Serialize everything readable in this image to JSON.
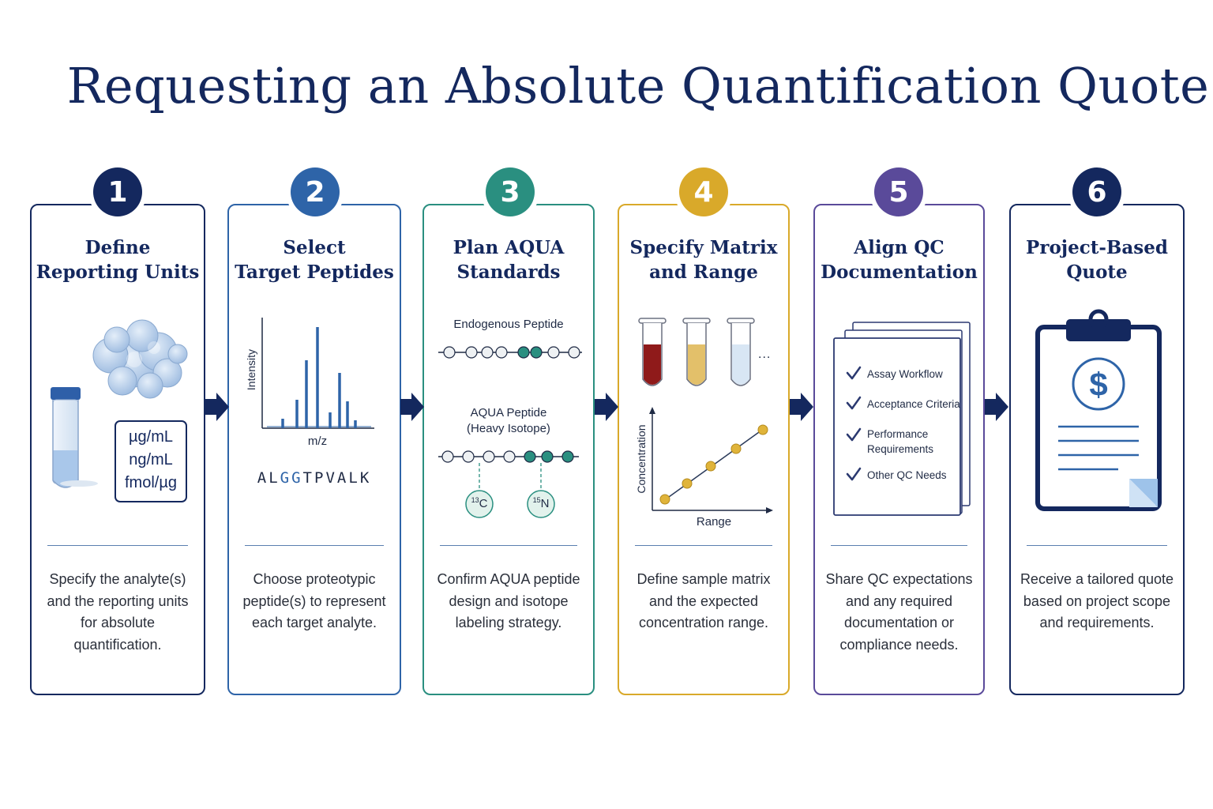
{
  "title": "Requesting an Absolute Quantification Quote",
  "colors": {
    "navy": "#14285e",
    "step1": "#14285e",
    "step2": "#2e64a8",
    "step3": "#2a8f80",
    "step4": "#d9a92a",
    "step5": "#5a4a9a",
    "step6": "#14285e"
  },
  "steps": [
    {
      "number": "1",
      "title": "Define\nReporting Units",
      "description": "Specify the analyte(s) and the reporting units for absolute quantification.",
      "units": [
        "µg/mL",
        "ng/mL",
        "fmol/µg"
      ],
      "icons": [
        "protein-structure-icon",
        "sample-tube-icon"
      ]
    },
    {
      "number": "2",
      "title": "Select\nTarget Peptides",
      "description": "Choose proteotypic peptide(s) to represent each target analyte.",
      "y_axis_label": "Intensity",
      "x_axis_label": "m/z",
      "sequence": [
        "A",
        "L",
        "G",
        "G",
        "T",
        "P",
        "V",
        "A",
        "L",
        "K"
      ],
      "highlighted_indices": [
        2,
        3
      ],
      "icons": [
        "mass-spectrum-icon"
      ]
    },
    {
      "number": "3",
      "title": "Plan AQUA\nStandards",
      "description": "Confirm AQUA peptide design and isotope labeling strategy.",
      "endogenous_label": "Endogenous Peptide",
      "aqua_label": "AQUA Peptide",
      "aqua_sublabel": "(Heavy Isotope)",
      "isotope_c": {
        "mass": "13",
        "element": "C"
      },
      "isotope_n": {
        "mass": "15",
        "element": "N"
      },
      "icons": [
        "peptide-chain-icon",
        "isotope-icon"
      ]
    },
    {
      "number": "4",
      "title": "Specify Matrix\nand Range",
      "description": "Define sample matrix and the expected concentration range.",
      "ellipsis": "...",
      "y_axis_label": "Concentration",
      "x_axis_label": "Range",
      "icons": [
        "blood-tube-icon",
        "plasma-tube-icon",
        "clear-tube-icon",
        "calibration-curve-icon"
      ]
    },
    {
      "number": "5",
      "title": "Align QC\nDocumentation",
      "description": "Share QC expectations and any required documentation or compliance needs.",
      "checklist": [
        "Assay Workflow",
        "Acceptance Criteria",
        "Performance\nRequirements",
        "Other QC Needs"
      ],
      "icons": [
        "document-stack-icon",
        "checkmark-icon"
      ]
    },
    {
      "number": "6",
      "title": "Project-Based\nQuote",
      "description": "Receive a tailored quote based on project scope and requirements.",
      "currency_symbol": "$",
      "icons": [
        "clipboard-icon",
        "dollar-icon"
      ]
    }
  ]
}
